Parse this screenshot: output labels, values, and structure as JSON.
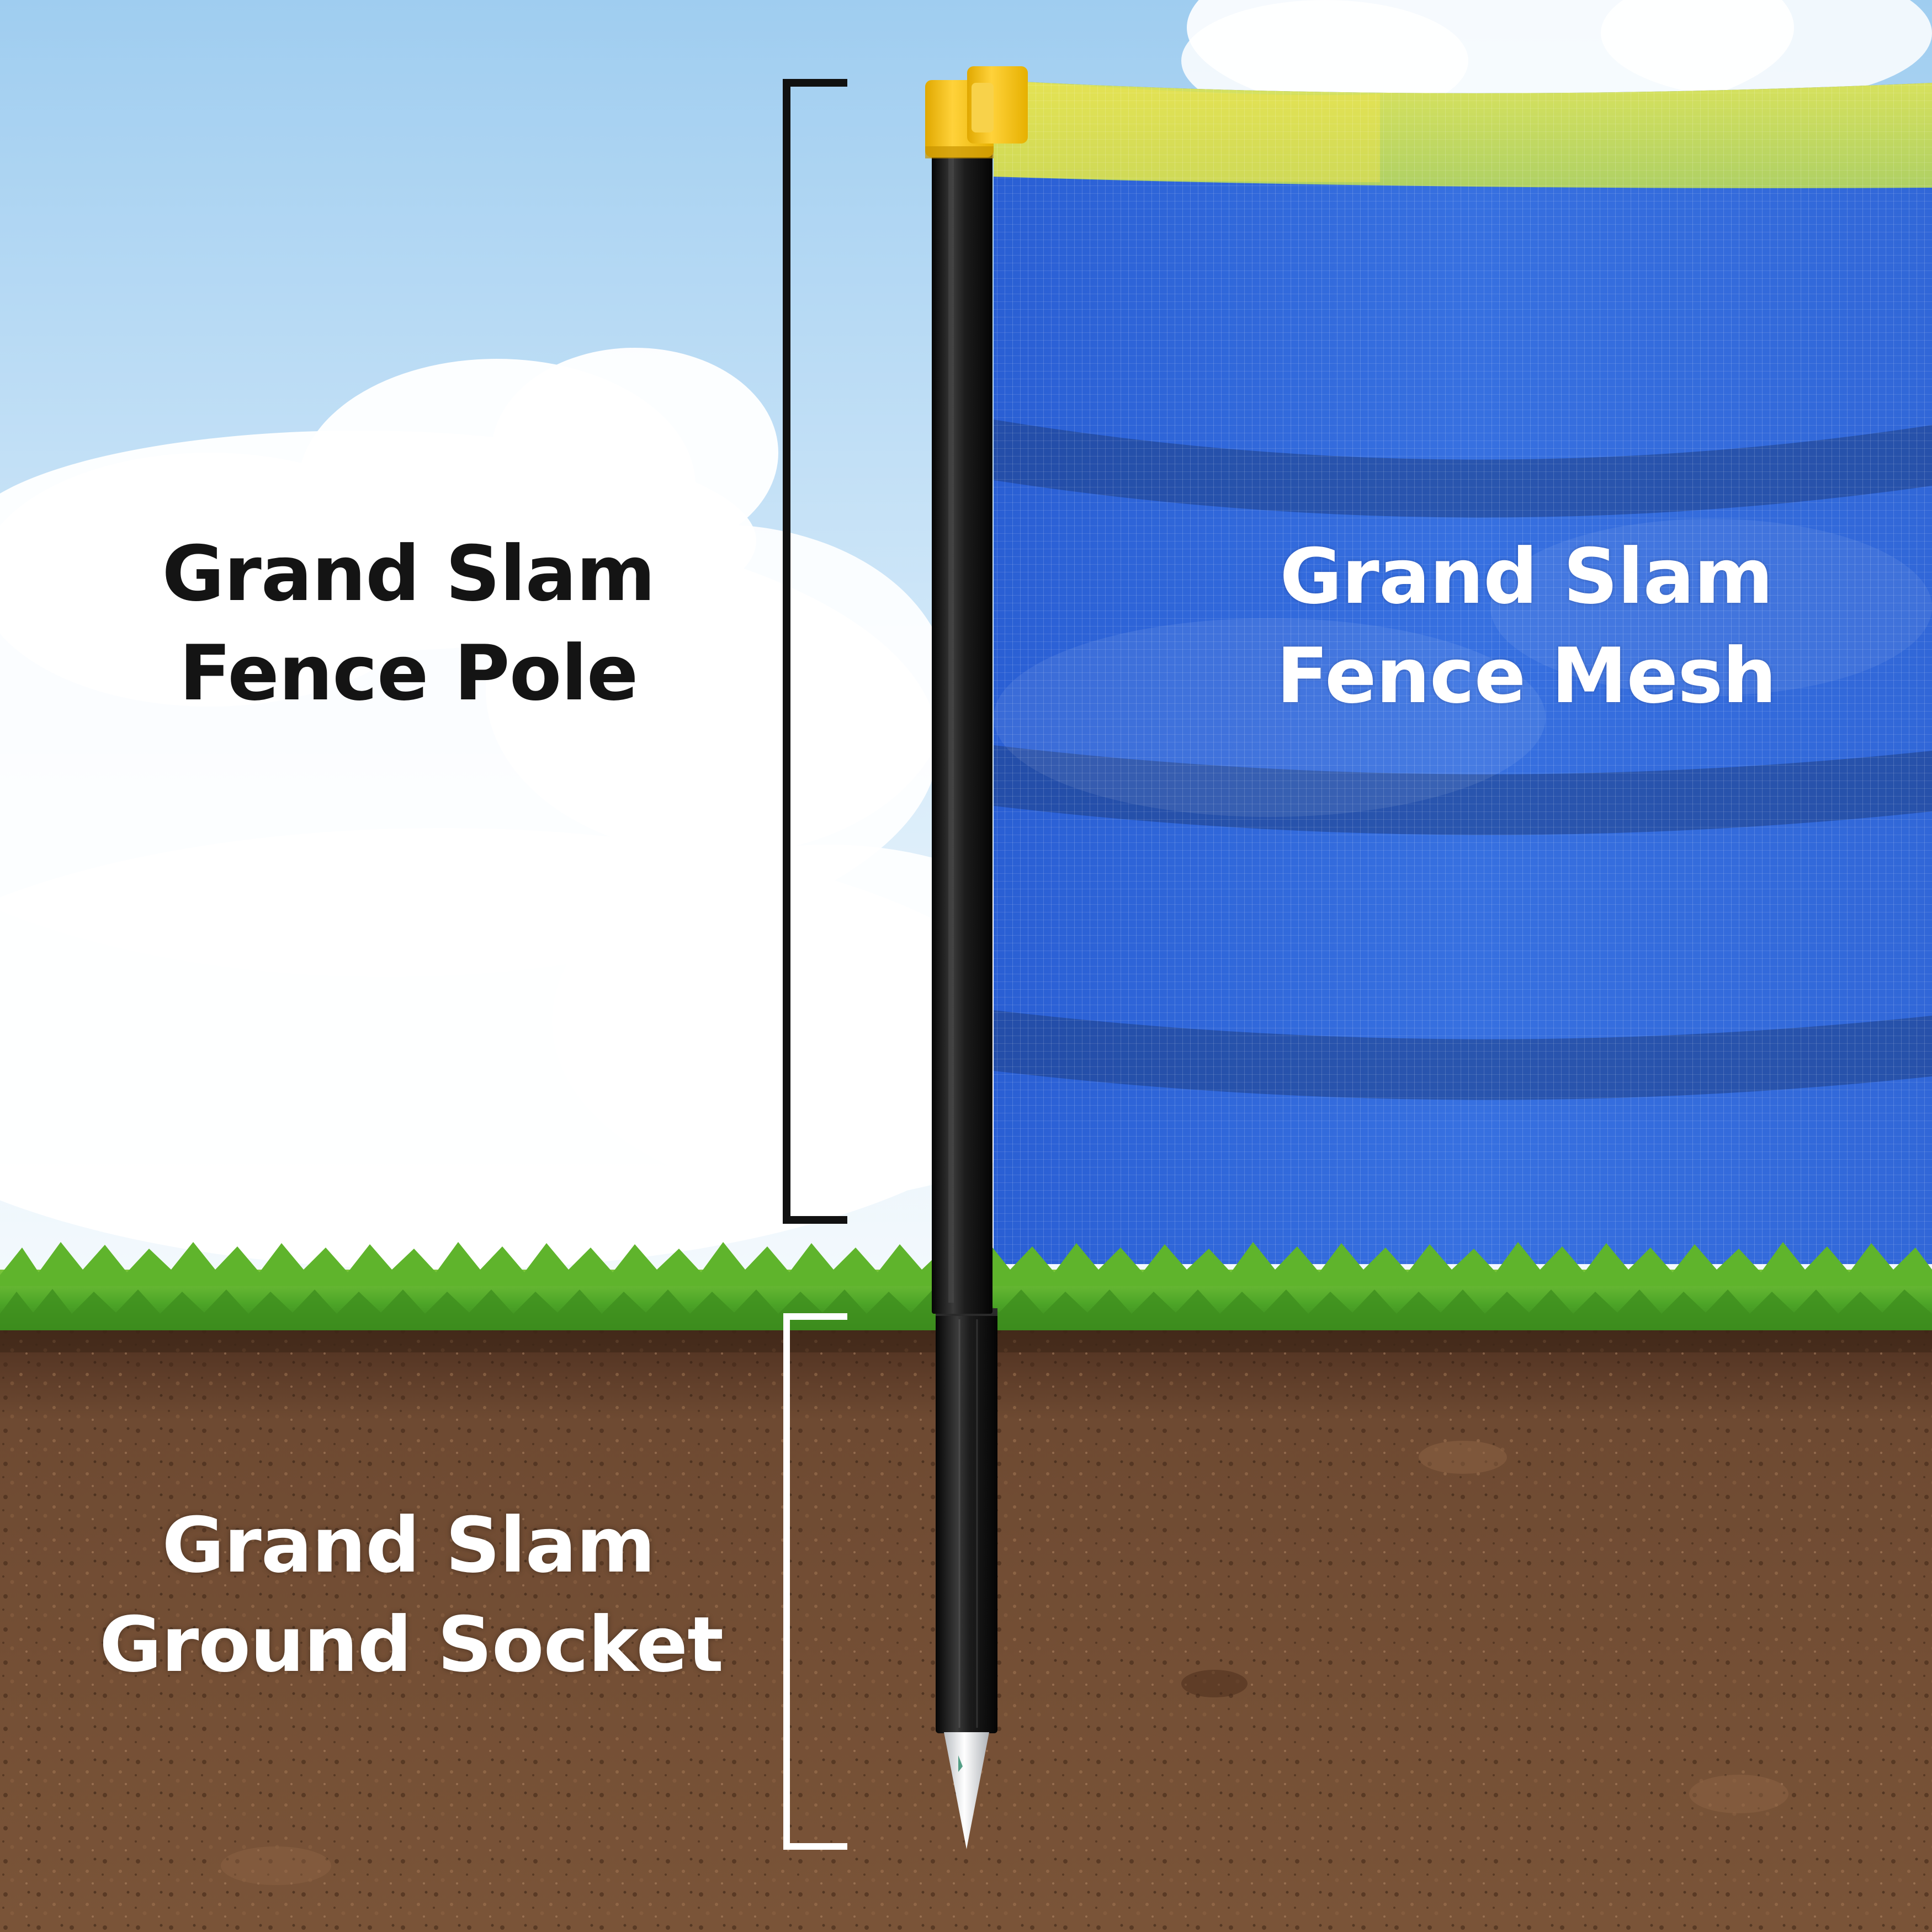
{
  "labels": {
    "pole": {
      "line1": "Grand Slam",
      "line2": "Fence Pole"
    },
    "mesh": {
      "line1": "Grand Slam",
      "line2": "Fence Mesh"
    },
    "socket": {
      "line1": "Grand Slam",
      "line2": "Ground Socket"
    }
  },
  "colors": {
    "sky_top": "#a9d3f2",
    "sky_bottom": "#eef6fc",
    "mesh_blue": "#2e63d6",
    "mesh_band": "#1f3f85",
    "mesh_top_yellow": "#d7e54a",
    "grass": "#4fa824",
    "soil": "#6b4630",
    "pole_black": "#151515",
    "cap_yellow": "#f5c518",
    "bracket_pole": "#111111",
    "bracket_socket": "#ffffff",
    "spike_white": "#e8eaec"
  }
}
